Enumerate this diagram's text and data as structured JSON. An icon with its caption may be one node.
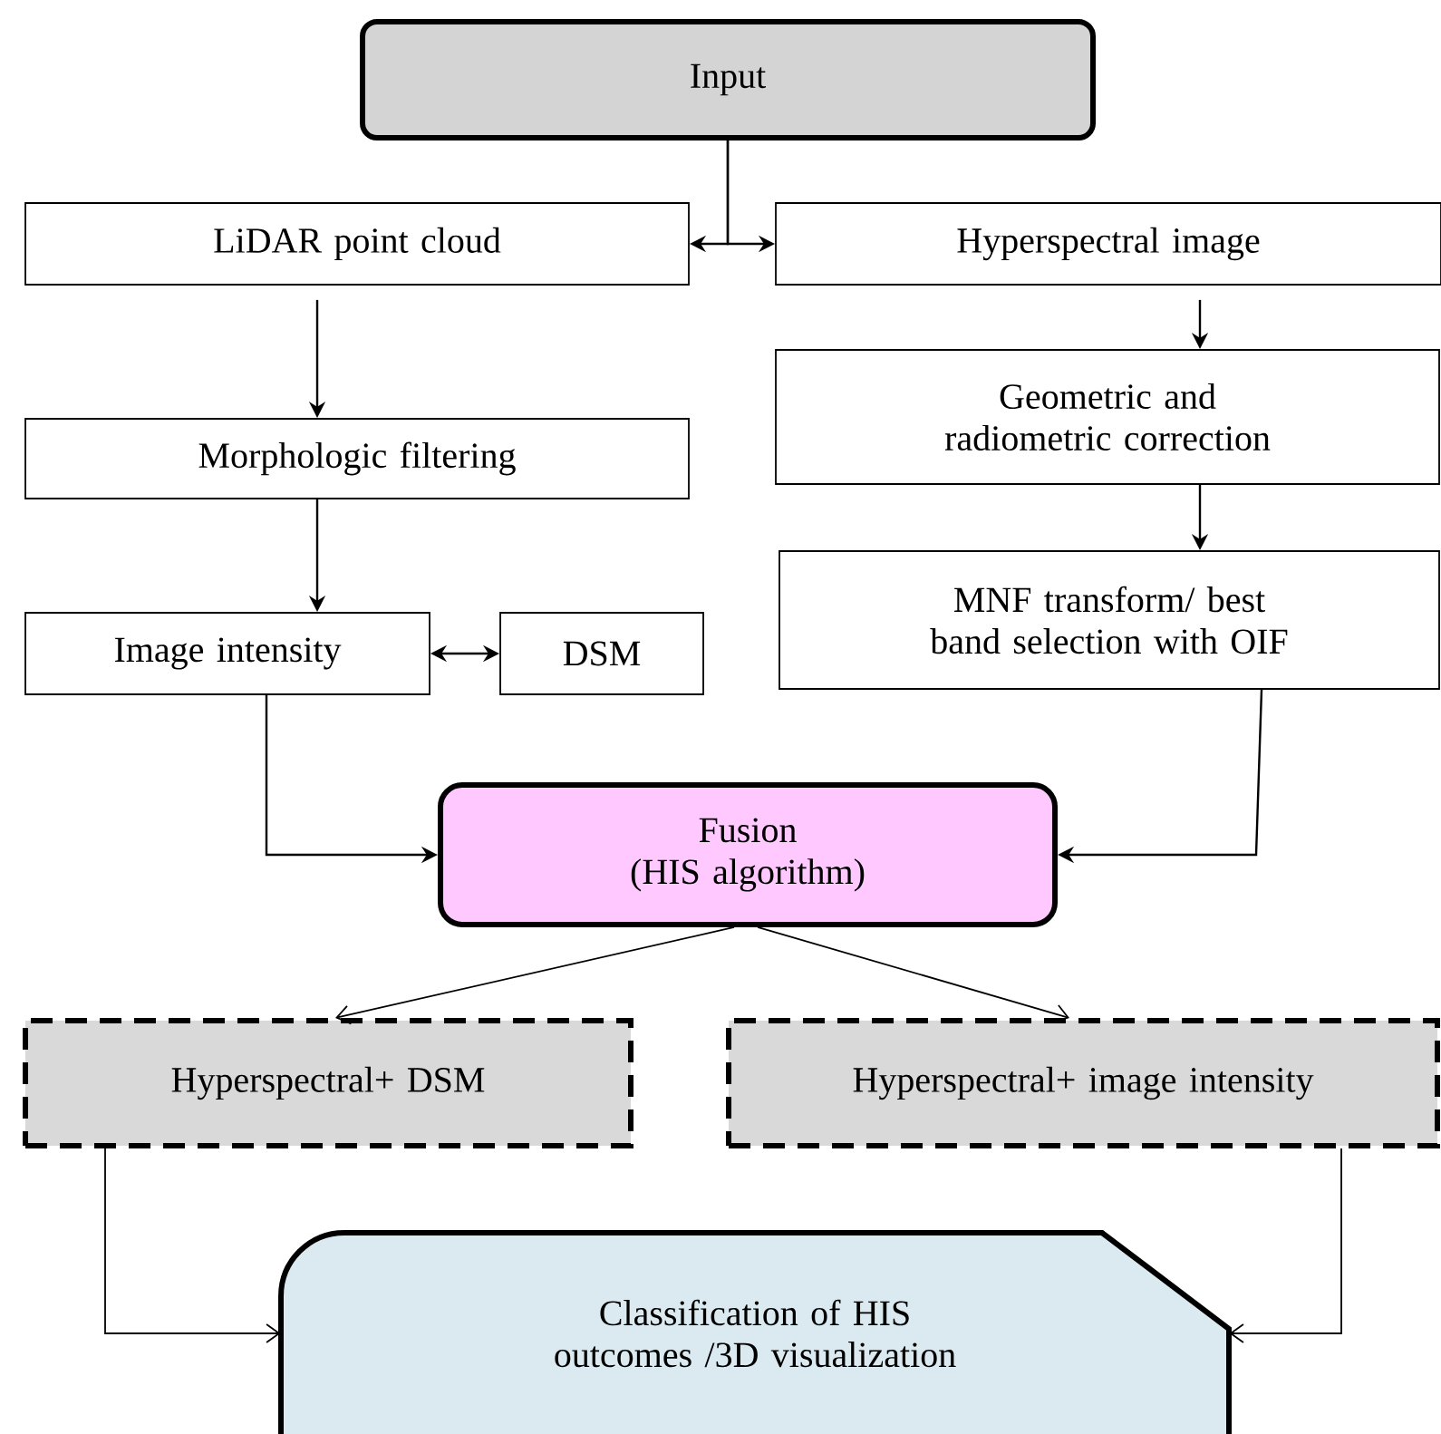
{
  "diagram": {
    "nodes": [
      {
        "text": [
          "Input"
        ]
      },
      {
        "text": [
          "LiDAR point cloud"
        ]
      },
      {
        "text": [
          "Hyperspectral image"
        ]
      },
      {
        "text": [
          "Morphologic filtering"
        ]
      },
      {
        "text": [
          "Geometric and radiometric correction"
        ]
      },
      {
        "text": [
          "Image intensity"
        ]
      },
      {
        "text": [
          "DSM"
        ]
      },
      {
        "text": [
          "MNF transform/ best band selection with OIF"
        ]
      },
      {
        "text": [
          "Fusion",
          "(HIS algorithm)"
        ]
      },
      {
        "text": [
          "Hyperspectral+ DSM"
        ]
      },
      {
        "text": [
          "Hyperspectral+ image intensity"
        ]
      },
      {
        "text": [
          "Classification of HIS outcomes /3D visualization"
        ]
      }
    ],
    "edges": [
      {
        "from": 0,
        "to": 1,
        "arrow": "to"
      },
      {
        "from": 0,
        "to": 2,
        "arrow": "to"
      },
      {
        "from": 1,
        "to": 3,
        "arrow": "to"
      },
      {
        "from": 3,
        "to": 5,
        "arrow": "to"
      },
      {
        "from": 5,
        "to": 6,
        "arrow": "both"
      },
      {
        "from": 2,
        "to": 4,
        "arrow": "to"
      },
      {
        "from": 4,
        "to": 7,
        "arrow": "to"
      },
      {
        "from": 5,
        "to": 8,
        "arrow": "to"
      },
      {
        "from": 7,
        "to": 8,
        "arrow": "to"
      },
      {
        "from": 8,
        "to": 9,
        "arrow": "to"
      },
      {
        "from": 8,
        "to": 10,
        "arrow": "to"
      },
      {
        "from": 9,
        "to": 11,
        "arrow": "to"
      },
      {
        "from": 10,
        "to": 11,
        "arrow": "to"
      }
    ]
  }
}
